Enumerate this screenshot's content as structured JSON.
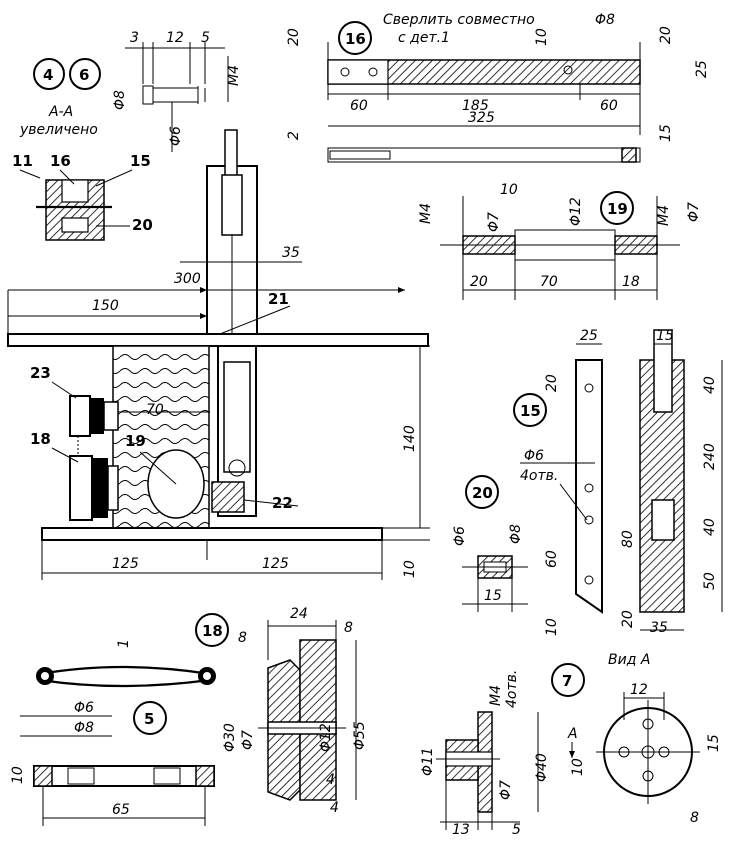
{
  "drawing": {
    "section_label": "А-А",
    "section_note": "увеличено",
    "drill_note_1": "Сверлить совместно",
    "drill_note_2": "с дет.1",
    "view_a_label": "Вид А",
    "arrow_label_a": "А",
    "holes_note_15": "4отв.",
    "holes_note_7": "4отв.",
    "part_numbers": [
      "4",
      "6",
      "16",
      "19",
      "15",
      "20",
      "18",
      "5",
      "7"
    ],
    "callouts": [
      "11",
      "16",
      "15",
      "20",
      "21",
      "23",
      "18",
      "19",
      "22"
    ],
    "dims": {
      "d_3": "3",
      "d_12a": "12",
      "d_5a": "5",
      "d_m4a": "M4",
      "d_phi8a": "Φ8",
      "d_phi6a": "Φ6",
      "d_20a": "20",
      "d_phi8b": "Φ8",
      "d_10a": "10",
      "d_20b": "20",
      "d_25a": "25",
      "d_60a": "60",
      "d_185": "185",
      "d_60b": "60",
      "d_325": "325",
      "d_2": "2",
      "d_15a": "15",
      "d_m4b": "M4",
      "d_10b": "10",
      "d_phi7a": "Φ7",
      "d_phi12a": "Φ12",
      "d_m4c": "M4",
      "d_phi7b": "Φ7",
      "d_20c": "20",
      "d_70a": "70",
      "d_18": "18",
      "d_35a": "35",
      "d_300": "300",
      "d_150": "150",
      "d_70b": "70",
      "d_140": "140",
      "d_10c": "10",
      "d_125a": "125",
      "d_125b": "125",
      "d_25b": "25",
      "d_15b": "15",
      "d_20d": "20",
      "d_40a": "40",
      "d_240": "240",
      "d_phi6b": "Φ6",
      "d_80": "80",
      "d_40b": "40",
      "d_60c": "60",
      "d_50": "50",
      "d_10d": "10",
      "d_20e": "20",
      "d_35b": "35",
      "d_phi6c": "Φ6",
      "d_phi8c": "Φ8",
      "d_15c": "15",
      "d_1": "1",
      "d_phi6d": "Φ6",
      "d_phi8d": "Φ8",
      "d_10e": "10",
      "d_65": "65",
      "d_24": "24",
      "d_8a": "8",
      "d_8b": "8",
      "d_phi30": "Φ30",
      "d_phi7c": "Φ7",
      "d_phi12b": "Φ12",
      "d_phi55": "Φ55",
      "d_4a": "4",
      "d_4b": "4",
      "d_m4d": "M4",
      "d_phi11": "Φ11",
      "d_phi7d": "Φ7",
      "d_phi40": "Φ40",
      "d_10f": "10",
      "d_13": "13",
      "d_5b": "5",
      "d_12c": "12",
      "d_15d": "15",
      "d_8c": "8"
    }
  }
}
